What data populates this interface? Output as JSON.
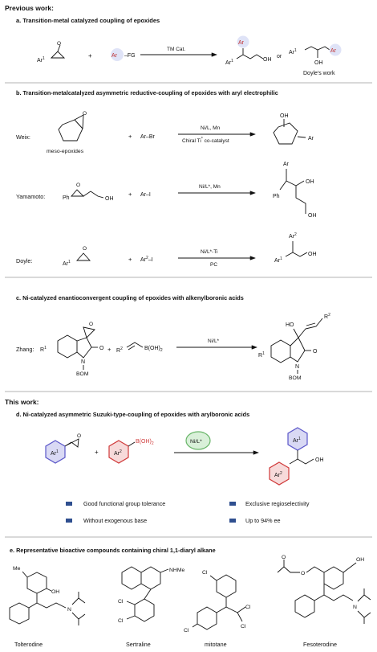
{
  "previous_heading": "Previous work:",
  "this_work_heading": "This work:",
  "section_a": {
    "title": "a. Transition-metal catalyzed coupling of epoxides",
    "reagent1": "Ar",
    "reagent1_sup": "1",
    "plus": "+",
    "reagent2_ar": "Ar",
    "reagent2_fg": "FG",
    "condition": "TM Cat.",
    "product1_ar": "Ar",
    "product1_ar1": "Ar",
    "product1_sup": "1",
    "product1_oh": "OH",
    "or": "or",
    "product2_ar1": "Ar",
    "product2_sup": "1",
    "product2_ar": "Ar",
    "product2_oh": "OH",
    "product2_note": "Doyle's work"
  },
  "section_b": {
    "title": "b. Transition-metalcatalyzed asymmetric reductive-coupling of epoxides with aryl electrophilic",
    "rows": [
      {
        "author": "Weix:",
        "substrate_label": "meso-epoxides",
        "epoxide_o": "O",
        "partner": "Ar–Br",
        "cond_top": "Ni/L, Mn",
        "cond_bottom": "Chiral Ti",
        "cond_bottom_sup": "*",
        "cond_bottom_end": " co-catalyst",
        "prod_oh": "OH",
        "prod_ar": "Ar"
      },
      {
        "author": "Yamamoto:",
        "substrate_ph": "Ph",
        "substrate_o": "O",
        "substrate_oh": "OH",
        "partner": "Ar–I",
        "cond_top": "Ni/L*, Mn",
        "prod_ar": "Ar",
        "prod_ph": "Ph",
        "prod_oh1": "OH",
        "prod_oh2": "OH"
      },
      {
        "author": "Doyle:",
        "substrate_ar": "Ar",
        "substrate_sup": "1",
        "substrate_o": "O",
        "partner_ar": "Ar",
        "partner_sup": "2",
        "partner_i": "–I",
        "cond_top": "Ni/L*-Ti",
        "cond_bottom": "PC",
        "prod_ar2": "Ar",
        "prod_ar2_sup": "2",
        "prod_ar1": "Ar",
        "prod_ar1_sup": "1",
        "prod_oh": "OH"
      }
    ]
  },
  "section_c": {
    "title": "c. Ni-catalyzed enantioconvergent coupling of epoxides with alkenylboronic acids",
    "author": "Zhang:",
    "r1": "R",
    "r1_sup": "1",
    "o_epox": "O",
    "o_carbonyl": "O",
    "n": "N",
    "bom": "BOM",
    "plus": "+",
    "r2": "R",
    "r2_sup": "2",
    "boron": "B(OH)",
    "boron_sub": "2",
    "condition": "Ni/L*",
    "prod_ho": "HO",
    "prod_r2": "R",
    "prod_r2_sup": "2",
    "prod_r1": "R",
    "prod_r1_sup": "1",
    "prod_o": "O",
    "prod_n": "N",
    "prod_bom": "BOM"
  },
  "section_d": {
    "title": "d. Ni-catalyzed asymmetric Suzuki-type-coupling of epoxides with arylboronic acids",
    "ar1": "Ar",
    "ar1_sup": "1",
    "o": "O",
    "plus": "+",
    "ar2": "Ar",
    "ar2_sup": "2",
    "boron": "B(OH)",
    "boron_sub": "2",
    "catalyst": "Ni/L*",
    "prod_ar1": "Ar",
    "prod_ar1_sup": "1",
    "prod_ar2": "Ar",
    "prod_ar2_sup": "2",
    "prod_oh": "OH",
    "features": [
      "Good functional group tolerance",
      "Exclusive regioselectivity",
      "Without exogenous base",
      "Up to 94% ee"
    ]
  },
  "section_e": {
    "title": "e. Representative bioactive compounds containing chiral 1,1-diaryl alkane",
    "compounds": [
      {
        "name": "Tolterodine",
        "labels": [
          "Me",
          "OH",
          "N"
        ]
      },
      {
        "name": "Sertraline",
        "labels": [
          "NHMe",
          "Cl",
          "Cl"
        ]
      },
      {
        "name": "mitotane",
        "labels": [
          "Cl",
          "Cl",
          "Cl",
          "Cl"
        ]
      },
      {
        "name": "Fesoterodine",
        "labels": [
          "O",
          "O",
          "OH",
          "N"
        ]
      }
    ]
  },
  "colors": {
    "ar1_fill": "#d9d9f4",
    "ar1_stroke": "#5b57c9",
    "ar2_fill": "#f7dada",
    "ar2_stroke": "#d03a3a",
    "catalyst_fill": "#d9f0d9",
    "catalyst_stroke": "#68b568",
    "bullet": "#2f4f8f",
    "ar_highlight": "#dfe3f7"
  }
}
